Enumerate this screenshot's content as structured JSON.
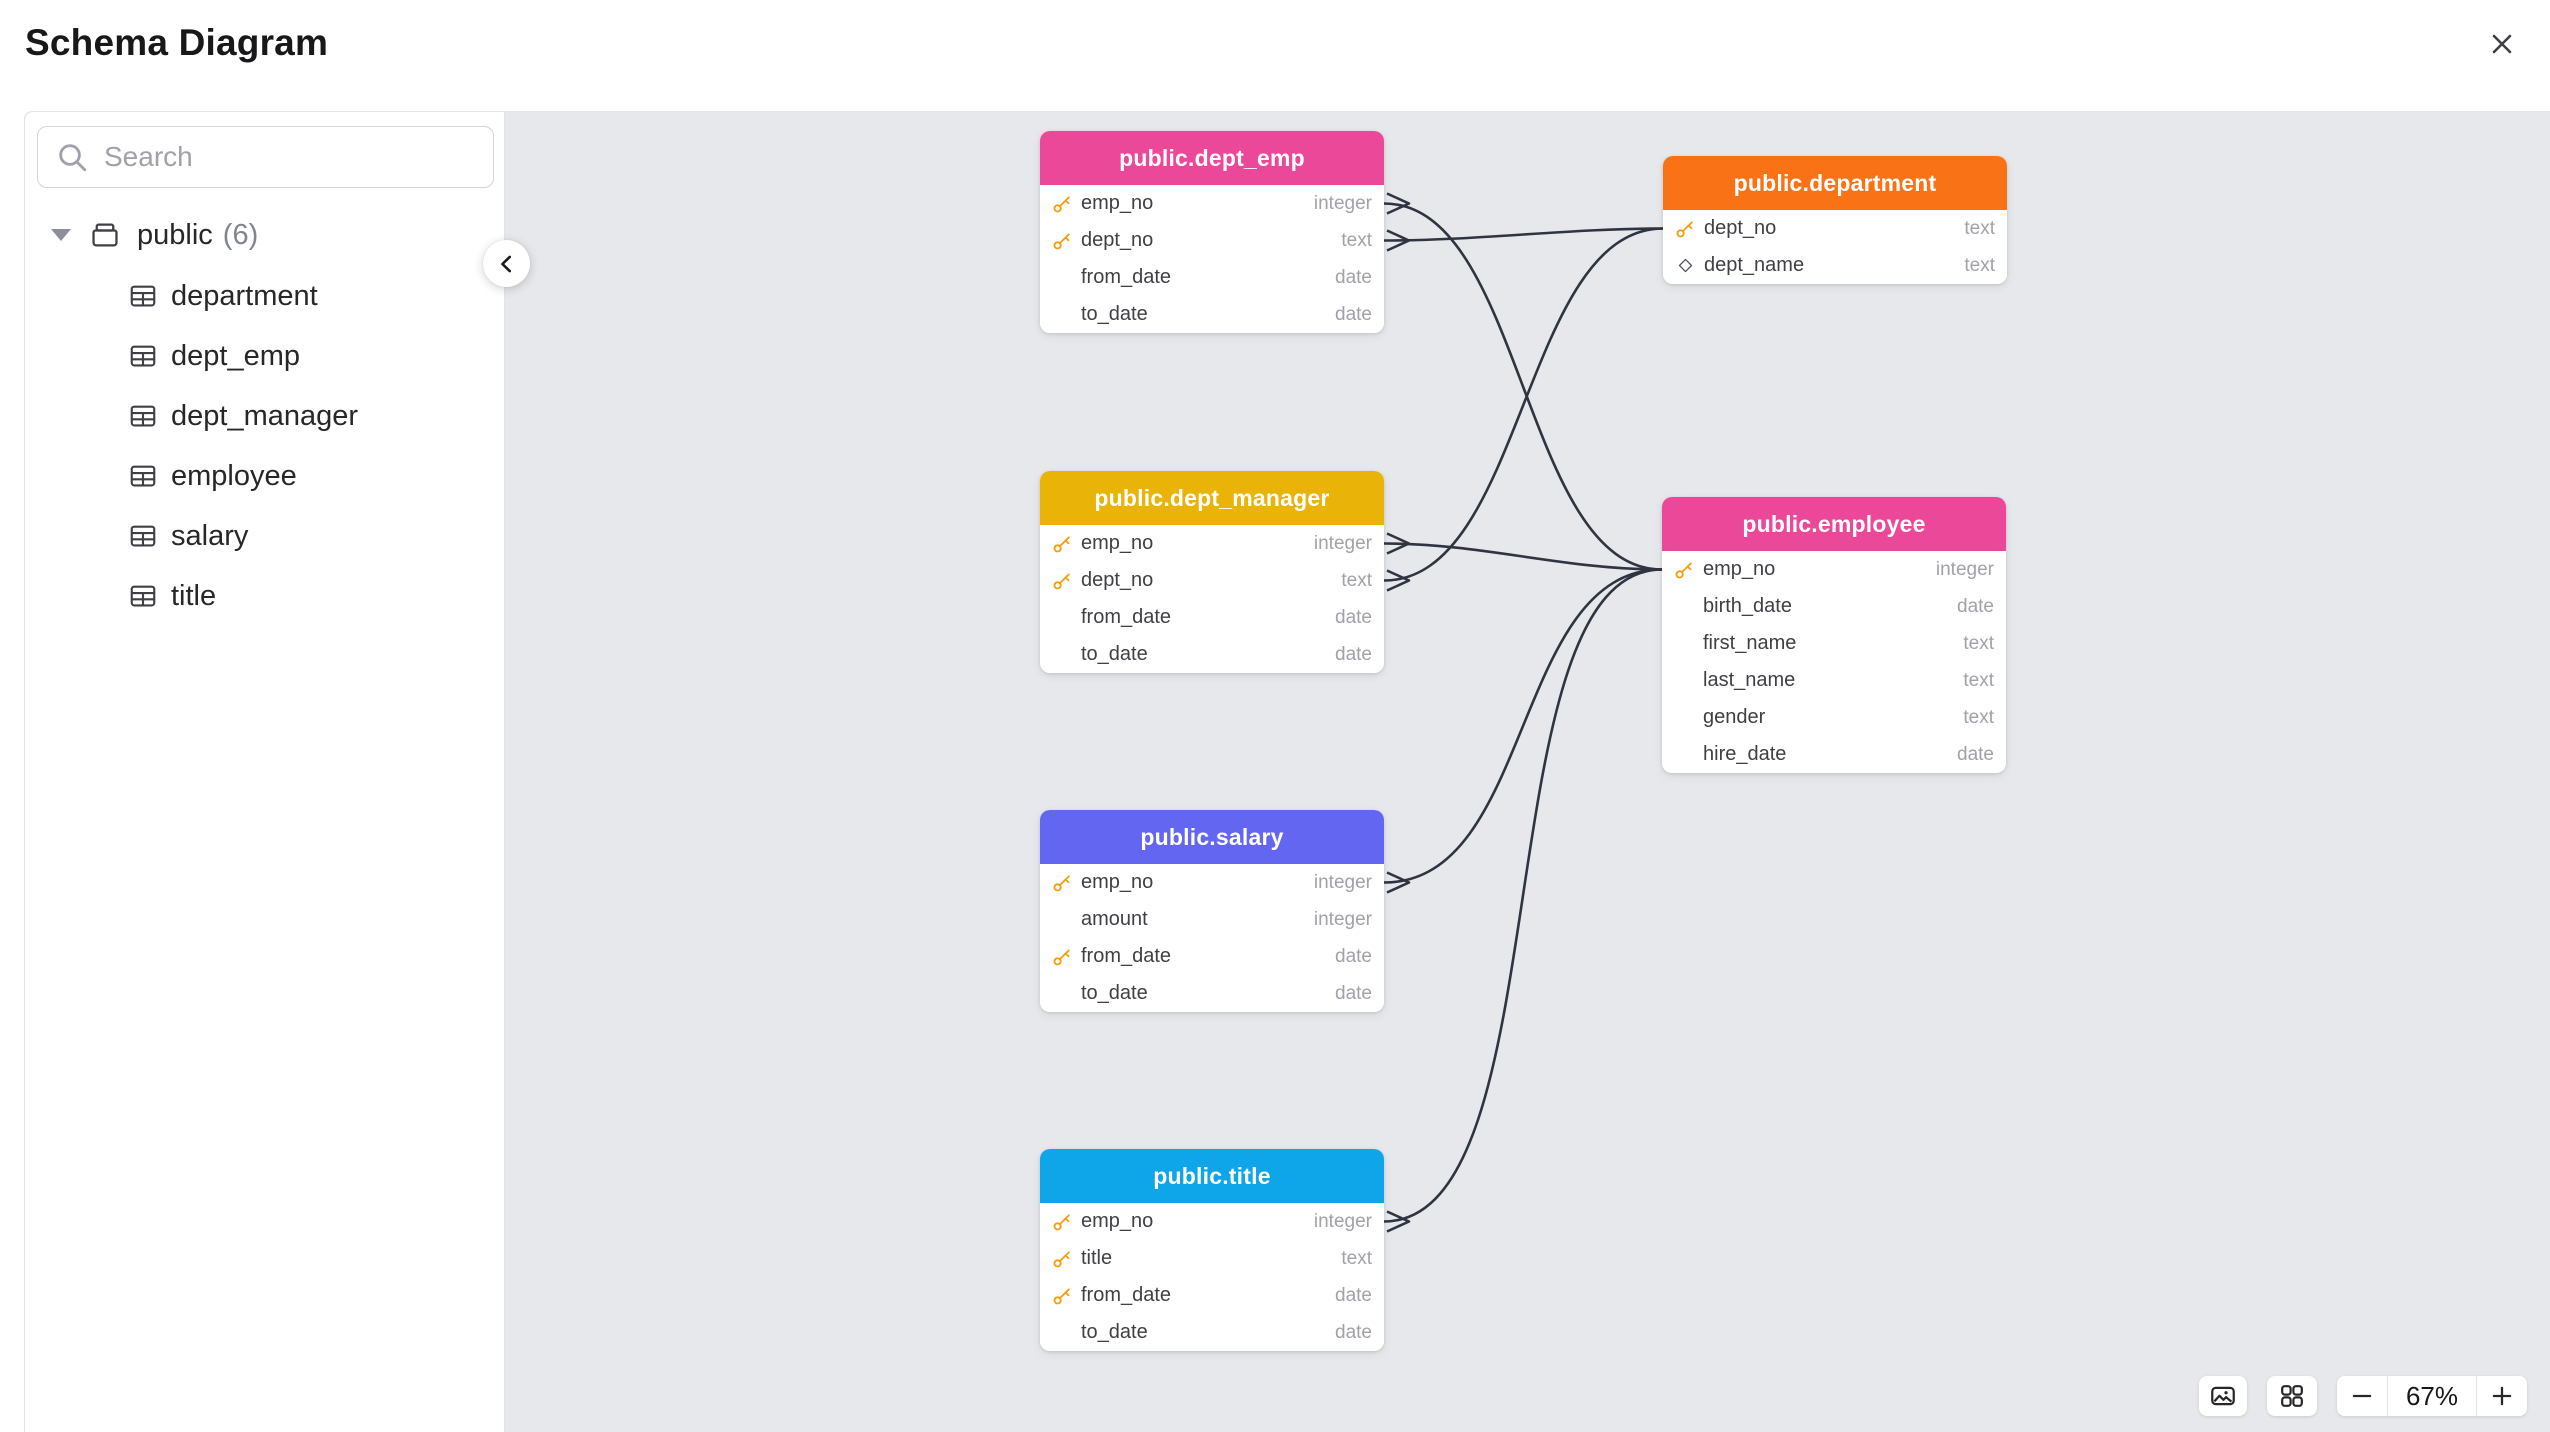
{
  "header": {
    "title": "Schema Diagram"
  },
  "sidebar": {
    "search_placeholder": "Search",
    "schema_name": "public",
    "schema_count": "(6)",
    "tables": [
      "department",
      "dept_emp",
      "dept_manager",
      "employee",
      "salary",
      "title"
    ]
  },
  "canvas": {
    "nodes": [
      {
        "title": "public.dept_emp",
        "header_color": "#EC4899",
        "columns": [
          {
            "name": "emp_no",
            "type": "integer",
            "key": true
          },
          {
            "name": "dept_no",
            "type": "text",
            "key": true
          },
          {
            "name": "from_date",
            "type": "date",
            "key": false
          },
          {
            "name": "to_date",
            "type": "date",
            "key": false
          }
        ]
      },
      {
        "title": "public.department",
        "header_color": "#F97316",
        "columns": [
          {
            "name": "dept_no",
            "type": "text",
            "key": true
          },
          {
            "name": "dept_name",
            "type": "text",
            "key": false,
            "unique": true
          }
        ]
      },
      {
        "title": "public.dept_manager",
        "header_color": "#EAB308",
        "columns": [
          {
            "name": "emp_no",
            "type": "integer",
            "key": true
          },
          {
            "name": "dept_no",
            "type": "text",
            "key": true
          },
          {
            "name": "from_date",
            "type": "date",
            "key": false
          },
          {
            "name": "to_date",
            "type": "date",
            "key": false
          }
        ]
      },
      {
        "title": "public.employee",
        "header_color": "#EC4899",
        "columns": [
          {
            "name": "emp_no",
            "type": "integer",
            "key": true
          },
          {
            "name": "birth_date",
            "type": "date",
            "key": false
          },
          {
            "name": "first_name",
            "type": "text",
            "key": false
          },
          {
            "name": "last_name",
            "type": "text",
            "key": false
          },
          {
            "name": "gender",
            "type": "text",
            "key": false
          },
          {
            "name": "hire_date",
            "type": "date",
            "key": false
          }
        ]
      },
      {
        "title": "public.salary",
        "header_color": "#6366F1",
        "columns": [
          {
            "name": "emp_no",
            "type": "integer",
            "key": true
          },
          {
            "name": "amount",
            "type": "integer",
            "key": false
          },
          {
            "name": "from_date",
            "type": "date",
            "key": true
          },
          {
            "name": "to_date",
            "type": "date",
            "key": false
          }
        ]
      },
      {
        "title": "public.title",
        "header_color": "#0EA5E9",
        "columns": [
          {
            "name": "emp_no",
            "type": "integer",
            "key": true
          },
          {
            "name": "title",
            "type": "text",
            "key": true
          },
          {
            "name": "from_date",
            "type": "date",
            "key": true
          },
          {
            "name": "to_date",
            "type": "date",
            "key": false
          }
        ]
      }
    ],
    "edges": [
      {
        "from": "public.dept_emp.emp_no",
        "to": "public.employee.emp_no"
      },
      {
        "from": "public.dept_emp.dept_no",
        "to": "public.department.dept_no"
      },
      {
        "from": "public.dept_manager.emp_no",
        "to": "public.employee.emp_no"
      },
      {
        "from": "public.dept_manager.dept_no",
        "to": "public.department.dept_no"
      },
      {
        "from": "public.salary.emp_no",
        "to": "public.employee.emp_no"
      },
      {
        "from": "public.title.emp_no",
        "to": "public.employee.emp_no"
      }
    ]
  },
  "controls": {
    "zoom_level": "67%"
  },
  "colors": {
    "canvas_bg": "#e6e8ec",
    "edge": "#2f3540",
    "primary_key": "#F59E0B"
  }
}
